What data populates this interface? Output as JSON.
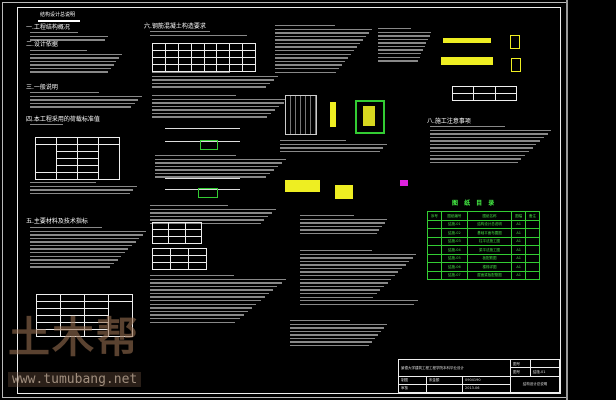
{
  "drawing": {
    "title": "结构设计总说明",
    "sections": {
      "s1": "一.工程结构概况",
      "s2": "二.设计依据",
      "s3": "三.一般说明",
      "s4": "四.本工程采用的荷载标准值",
      "s5": "五.主要材料及技术指标",
      "s6": "六.钢筋混凝土构造要求",
      "s8": "八.施工注意事项"
    },
    "drawing_list": {
      "title": "图 纸 目 录",
      "headers": [
        "序号",
        "图纸编号",
        "图纸名称",
        "图幅",
        "备注"
      ],
      "rows": [
        [
          "",
          "结施-01",
          "结构设计总说明",
          "A1",
          ""
        ],
        [
          "",
          "结施-02",
          "基础平面布置图",
          "A1",
          ""
        ],
        [
          "",
          "结施-03",
          "柱平法施工图",
          "A1",
          ""
        ],
        [
          "",
          "结施-04",
          "梁平法施工图",
          "A1",
          ""
        ],
        [
          "",
          "结施-05",
          "板配筋图",
          "A1",
          ""
        ],
        [
          "",
          "结施-06",
          "楼梯详图",
          "A1",
          ""
        ],
        [
          "",
          "结施-07",
          "屋面梁板配筋图",
          "A1",
          ""
        ]
      ]
    },
    "title_block": {
      "project": "景德大学建筑工程工程学院本科毕业设计",
      "label1": "图号",
      "label2": "图号",
      "value2": "结施-01",
      "row2_a": "制图",
      "row2_b": "宋金额",
      "row2_c": "0904190",
      "sheet_title": "结构设计总说明",
      "row3_a": "审核",
      "row3_c": "2013.06"
    }
  },
  "watermark": {
    "logo": "土木帮",
    "url": "www.tumubang.net"
  }
}
